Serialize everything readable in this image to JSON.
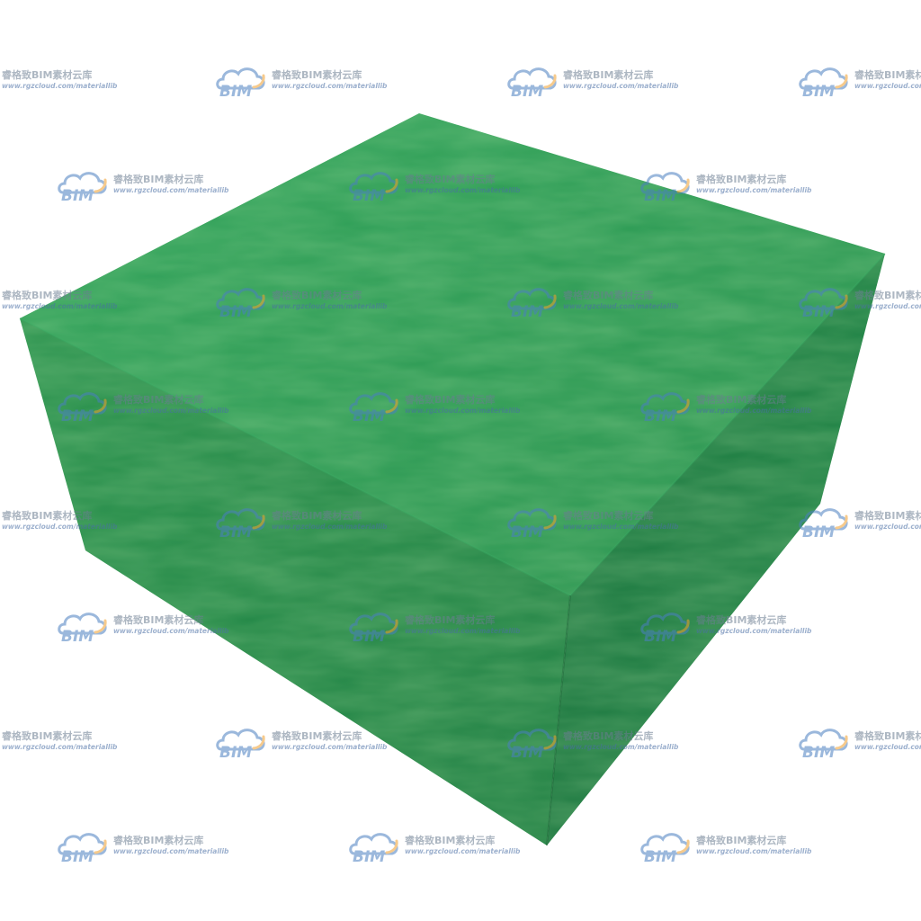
{
  "watermark": {
    "brand_text": "睿格致BIM素材云库",
    "url_text": "www.rgzcloud.com/materiallib",
    "logo_text": "BIM",
    "logo_color": "#4a7fc1",
    "accent_color": "#f0a030"
  },
  "block": {
    "top_color": "#2a9a52",
    "left_color": "#23894a",
    "right_color": "#1d7a40"
  }
}
